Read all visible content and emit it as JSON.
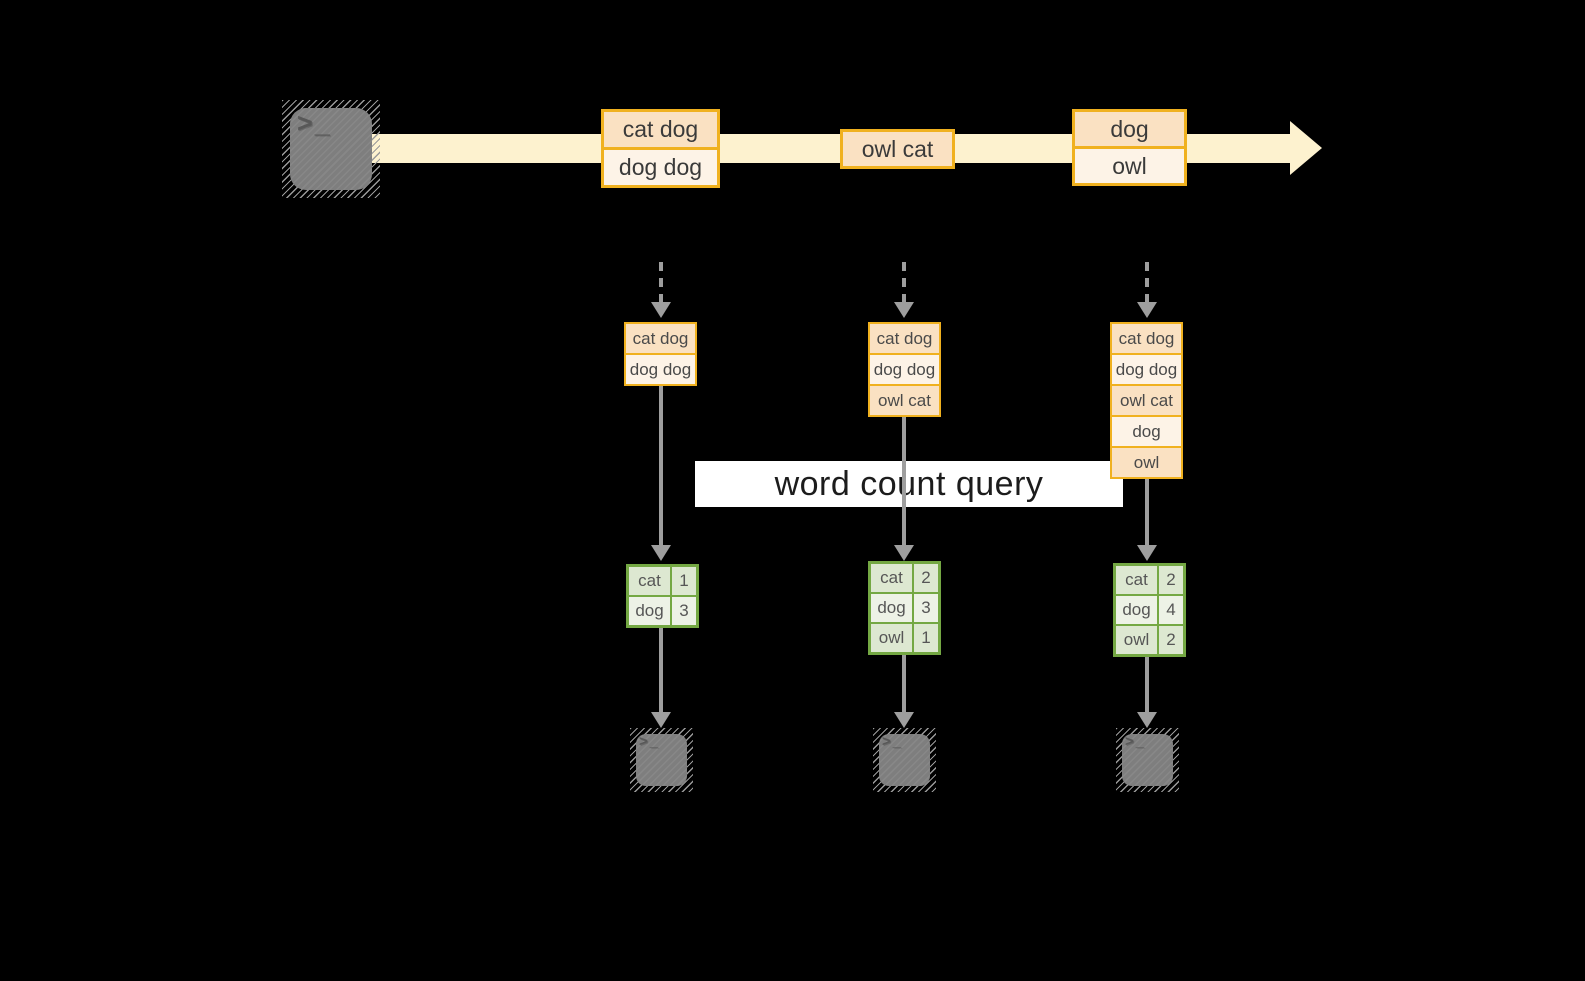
{
  "query": {
    "label": "word count query"
  },
  "icons": {
    "source_terminal": "terminal-icon",
    "sink_terminal": "terminal-icon",
    "terminal_prompt": ">_"
  },
  "stream": {
    "record_boxes": [
      {
        "lines": [
          "cat dog",
          "dog dog"
        ]
      },
      {
        "lines": [
          "owl cat"
        ]
      },
      {
        "lines": [
          "dog",
          "owl"
        ]
      }
    ]
  },
  "columns": [
    {
      "batch_records": [
        "cat dog",
        "dog dog"
      ],
      "word_counts": [
        [
          "cat",
          "1"
        ],
        [
          "dog",
          "3"
        ]
      ]
    },
    {
      "batch_records": [
        "cat dog",
        "dog dog",
        "owl cat"
      ],
      "word_counts": [
        [
          "cat",
          "2"
        ],
        [
          "dog",
          "3"
        ],
        [
          "owl",
          "1"
        ]
      ]
    },
    {
      "batch_records": [
        "cat dog",
        "dog dog",
        "owl cat",
        "dog",
        "owl"
      ],
      "word_counts": [
        [
          "cat",
          "2"
        ],
        [
          "dog",
          "4"
        ],
        [
          "owl",
          "2"
        ]
      ]
    }
  ],
  "colors": {
    "background": "#000000",
    "stream_band": "#fdf2cf",
    "record_border": "#f0b11f",
    "record_fill_a": "#fae1c2",
    "record_fill_b": "#fdf3e7",
    "arrow_gray": "#9e9e9e",
    "terminal_gray": "#7e7e7e",
    "table_border_green": "#74a843",
    "table_fill_a": "#dde8d1",
    "table_fill_b": "#edf2e6",
    "query_band": "#ffffff"
  }
}
